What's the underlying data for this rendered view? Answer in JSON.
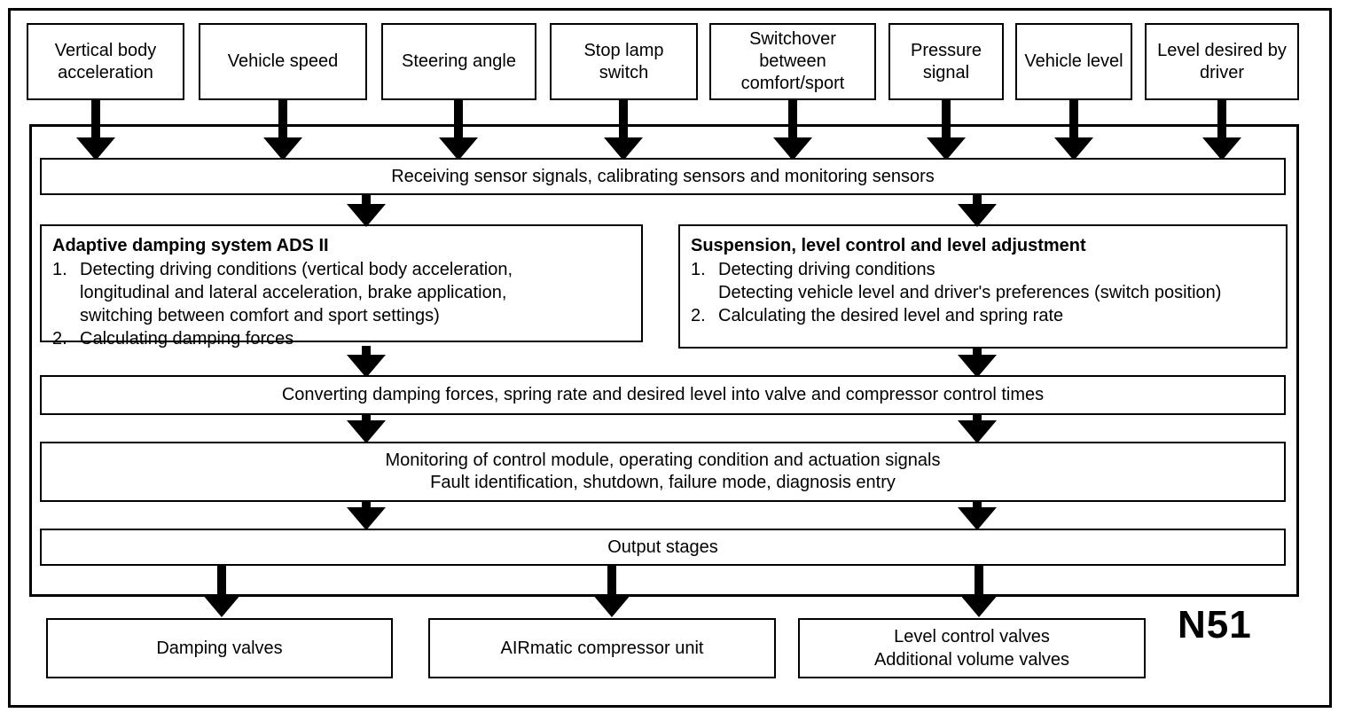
{
  "diagram": {
    "module_label": "N51",
    "inputs": [
      "Vertical body acceleration",
      "Vehicle speed",
      "Steering angle",
      "Stop lamp switch",
      "Switchover between comfort/sport",
      "Pressure signal",
      "Vehicle level",
      "Level desired by driver"
    ],
    "receiving_bar": "Receiving sensor signals, calibrating sensors and monitoring sensors",
    "ads_panel": {
      "title": "Adaptive damping system ADS II",
      "item1_num": "1.",
      "item1_lines": [
        "Detecting driving conditions (vertical body acceleration,",
        "longitudinal and lateral acceleration, brake application,",
        "switching between comfort and sport settings)"
      ],
      "item2_num": "2.",
      "item2": "Calculating damping forces"
    },
    "suspension_panel": {
      "title": "Suspension, level control and level adjustment",
      "item1_num": "1.",
      "item1_lines": [
        "Detecting driving conditions",
        "Detecting vehicle level and driver's preferences (switch position)"
      ],
      "item2_num": "2.",
      "item2": "Calculating the desired level and spring rate"
    },
    "converting_bar": "Converting damping forces, spring rate and desired level into valve and compressor control times",
    "monitoring_bar_lines": [
      "Monitoring of control module, operating condition and actuation signals",
      "Fault identification, shutdown, failure mode, diagnosis entry"
    ],
    "output_stages_bar": "Output stages",
    "output_boxes": [
      {
        "lines": [
          "Damping valves",
          ""
        ]
      },
      {
        "lines": [
          "AIRmatic compressor unit",
          ""
        ]
      },
      {
        "lines": [
          "Level control valves",
          "Additional volume valves"
        ]
      }
    ],
    "colors": {
      "line": "#000000",
      "background": "#ffffff",
      "text": "#000000"
    }
  }
}
